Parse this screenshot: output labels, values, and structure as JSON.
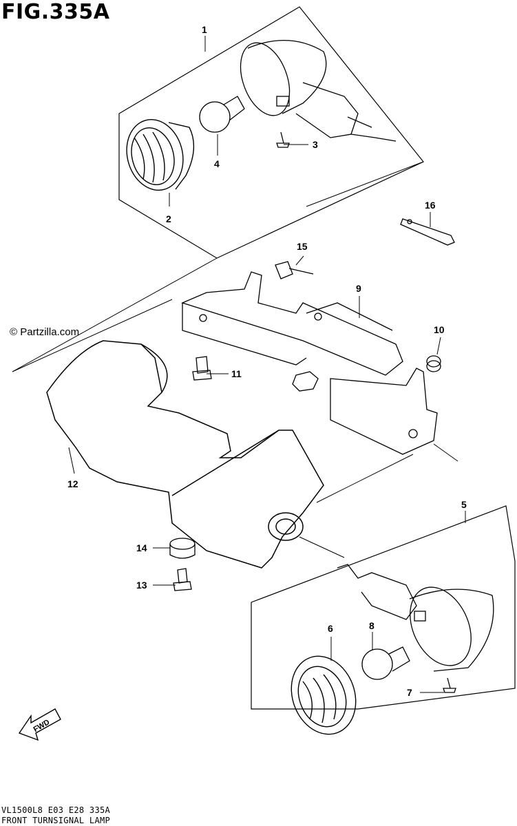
{
  "figure": {
    "title": "FIG.335A",
    "watermark": "© Partzilla.com",
    "model_code": "VL1500L8  E03  E28  335A",
    "caption": "FRONT TURNSIGNAL LAMP",
    "fwd_label": "FWD"
  },
  "callouts": [
    "1",
    "2",
    "3",
    "4",
    "5",
    "6",
    "7",
    "8",
    "9",
    "10",
    "11",
    "12",
    "13",
    "14",
    "15",
    "16"
  ],
  "colors": {
    "line": "#000000",
    "background": "#ffffff"
  }
}
